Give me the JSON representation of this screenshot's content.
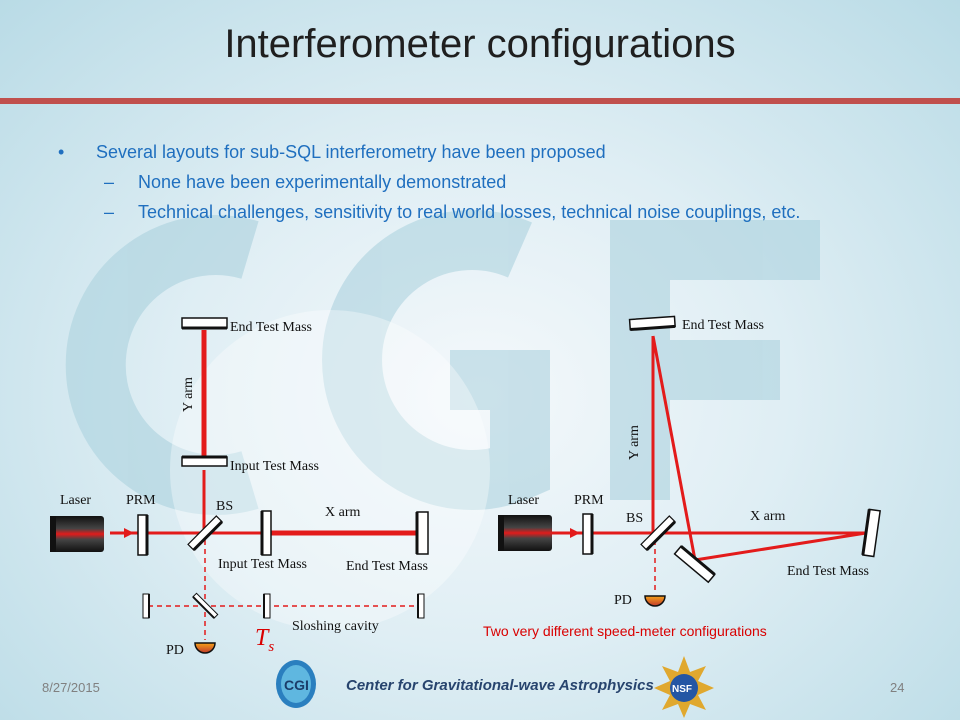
{
  "slide": {
    "title": "Interferometer configurations",
    "bullets": [
      {
        "text": "Several layouts for sub-SQL interferometry have been proposed",
        "sub": [
          "None have been experimentally demonstrated",
          "Technical challenges, sensitivity to real world losses, technical noise couplings, etc."
        ]
      }
    ],
    "date": "8/27/2015",
    "page_number": "24",
    "center_name": "Center for Gravitational-wave Astrophysics",
    "cgwa_logo_text": "CGI",
    "nsf_logo_text": "NSF",
    "caption": "Two very different speed-meter configurations"
  },
  "diagram_left": {
    "labels": {
      "end_test_mass_y": "End Test Mass",
      "y_arm": "Y arm",
      "input_test_mass_y": "Input Test Mass",
      "laser": "Laser",
      "prm": "PRM",
      "bs": "BS",
      "x_arm": "X arm",
      "input_test_mass_x": "Input Test Mass",
      "end_test_mass_x": "End Test Mass",
      "sloshing_cavity": "Sloshing cavity",
      "ts": "T",
      "ts_sub": "s",
      "pd": "PD"
    }
  },
  "diagram_right": {
    "labels": {
      "end_test_mass_y": "End Test Mass",
      "y_arm": "Y arm",
      "laser": "Laser",
      "prm": "PRM",
      "bs": "BS",
      "x_arm": "X arm",
      "end_test_mass_x": "End Test Mass",
      "pd": "PD"
    }
  },
  "colors": {
    "beam": "#e31b1b",
    "accent_rule": "#c0504d",
    "bullet_text": "#1f6fbf",
    "caption": "#d90000"
  }
}
